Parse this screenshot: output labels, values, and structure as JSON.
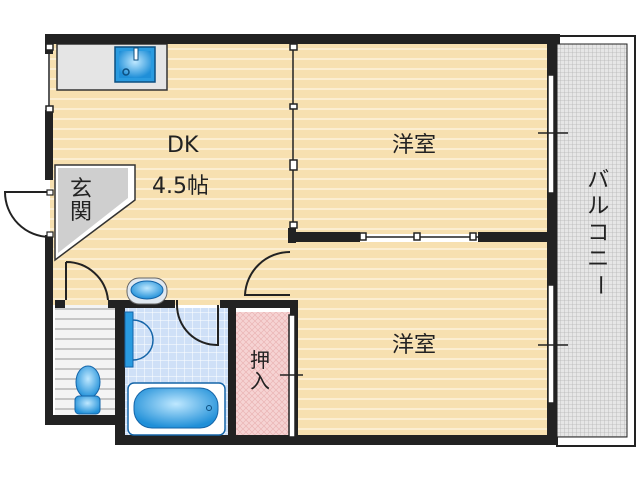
{
  "floorplan": {
    "rooms": {
      "dk": {
        "name": "DK",
        "size": "4.5帖"
      },
      "entrance": {
        "char1": "玄",
        "char2": "関"
      },
      "western_room_1": {
        "name": "洋室"
      },
      "western_room_2": {
        "name": "洋室"
      },
      "closet": {
        "char1": "押",
        "char2": "入"
      },
      "balcony": {
        "chars": [
          "バ",
          "ル",
          "コ",
          "ニ",
          "ー"
        ]
      }
    },
    "colors": {
      "wall": "#222222",
      "floor": "#f7e0b0",
      "floor_line": "#fdf3dc",
      "closet": "#f6d3d3",
      "balcony": "#d9d9d9",
      "fixture_blue": "#2a9be0",
      "bath_tile": "#cfe0f7",
      "entrance_gray": "#cfcfcf"
    }
  }
}
